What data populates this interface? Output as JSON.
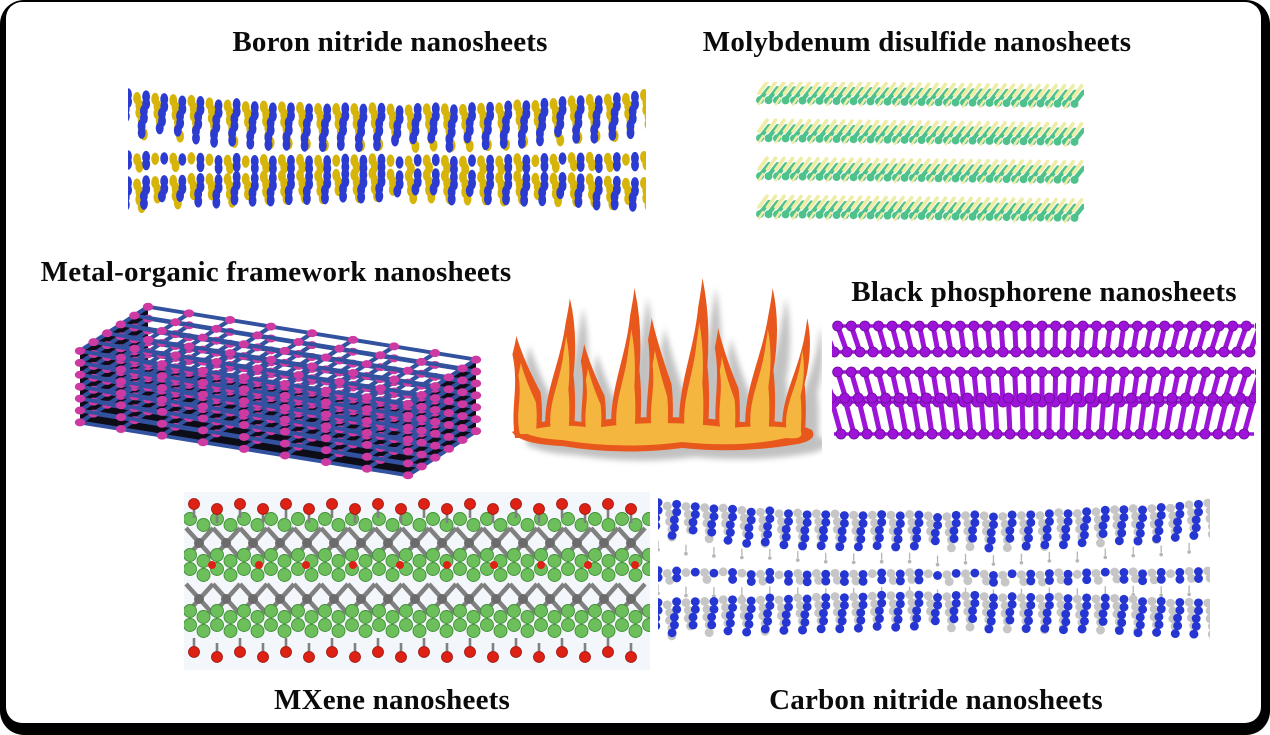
{
  "figure": {
    "type": "2D-nanosheets-overview-diagram",
    "background_color": "#ffffff",
    "frame_color": "#000000",
    "center_icon": "flame-icon"
  },
  "panels": {
    "boron_nitride": {
      "title": "Boron nitride nanosheets",
      "colors": {
        "atom_blue": "#2c3bd0",
        "atom_yellow": "#d6b409"
      }
    },
    "molybdenum_disulfide": {
      "title": "Molybdenum disulfide nanosheets",
      "colors": {
        "atom_green": "#4fc28c",
        "atom_pale_yellow": "#efeca6"
      }
    },
    "metal_organic_framework": {
      "title": "Metal-organic framework nanosheets",
      "colors": {
        "bond_blue": "#32519f",
        "node_pink": "#cd3aa2",
        "gap_shadow": "#0d0d18"
      }
    },
    "black_phosphorene": {
      "title": "Black phosphorene nanosheets",
      "colors": {
        "atom_purple": "#9d14d8",
        "edge_purple": "#6e0a9c"
      }
    },
    "mxene": {
      "title": "MXene nanosheets",
      "colors": {
        "atom_green": "#6dbf5b",
        "atom_green_edge": "#3f8f35",
        "bond_gray": "#808080",
        "atom_gray": "#6b6b6b",
        "atom_red": "#dd2114",
        "atom_red_edge": "#9c130b",
        "panel_tint": "#f3f6fa"
      }
    },
    "carbon_nitride": {
      "title": "Carbon nitride nanosheets",
      "colors": {
        "atom_blue": "#2636d2",
        "atom_gray": "#c6c6c6",
        "hair_gray": "#b5b5b5"
      }
    },
    "flame": {
      "colors": {
        "outline_orange": "#e8581c",
        "fill_yellow": "#f5b640",
        "shadow_gray": "#a8a8a8"
      }
    }
  }
}
